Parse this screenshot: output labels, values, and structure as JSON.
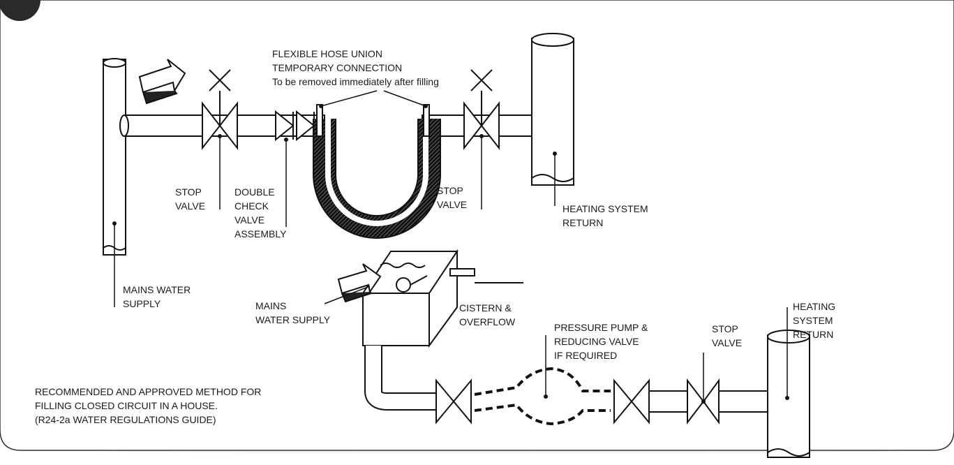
{
  "diagram": {
    "labels": {
      "flex_hose_1": "FLEXIBLE HOSE UNION",
      "flex_hose_2": "TEMPORARY CONNECTION",
      "flex_hose_3": "To be removed immediately after filling",
      "stop_valve_left_1": "STOP",
      "stop_valve_left_2": "VALVE",
      "dcv_1": "DOUBLE",
      "dcv_2": "CHECK",
      "dcv_3": "VALVE",
      "dcv_4": "ASSEMBLY",
      "stop_valve_mid_1": "STOP",
      "stop_valve_mid_2": "VALVE",
      "heat_return_top_1": "HEATING SYSTEM",
      "heat_return_top_2": "RETURN",
      "mains_left_1": "MAINS WATER",
      "mains_left_2": "SUPPLY",
      "mains_mid_1": "MAINS",
      "mains_mid_2": "WATER SUPPLY",
      "cistern_1": "CISTERN &",
      "cistern_2": "OVERFLOW",
      "pump_1": "PRESSURE PUMP &",
      "pump_2": "REDUCING VALVE",
      "pump_3": "IF REQUIRED",
      "stop_valve_right_1": "STOP",
      "stop_valve_right_2": "VALVE",
      "heat_return_right_1": "HEATING",
      "heat_return_right_2": "SYSTEM",
      "heat_return_right_3": "RETURN",
      "caption_1": "RECOMMENDED AND APPROVED METHOD FOR",
      "caption_2": "FILLING CLOSED CIRCUIT IN A HOUSE.",
      "caption_3": "(R24-2a WATER REGULATIONS GUIDE)"
    }
  }
}
